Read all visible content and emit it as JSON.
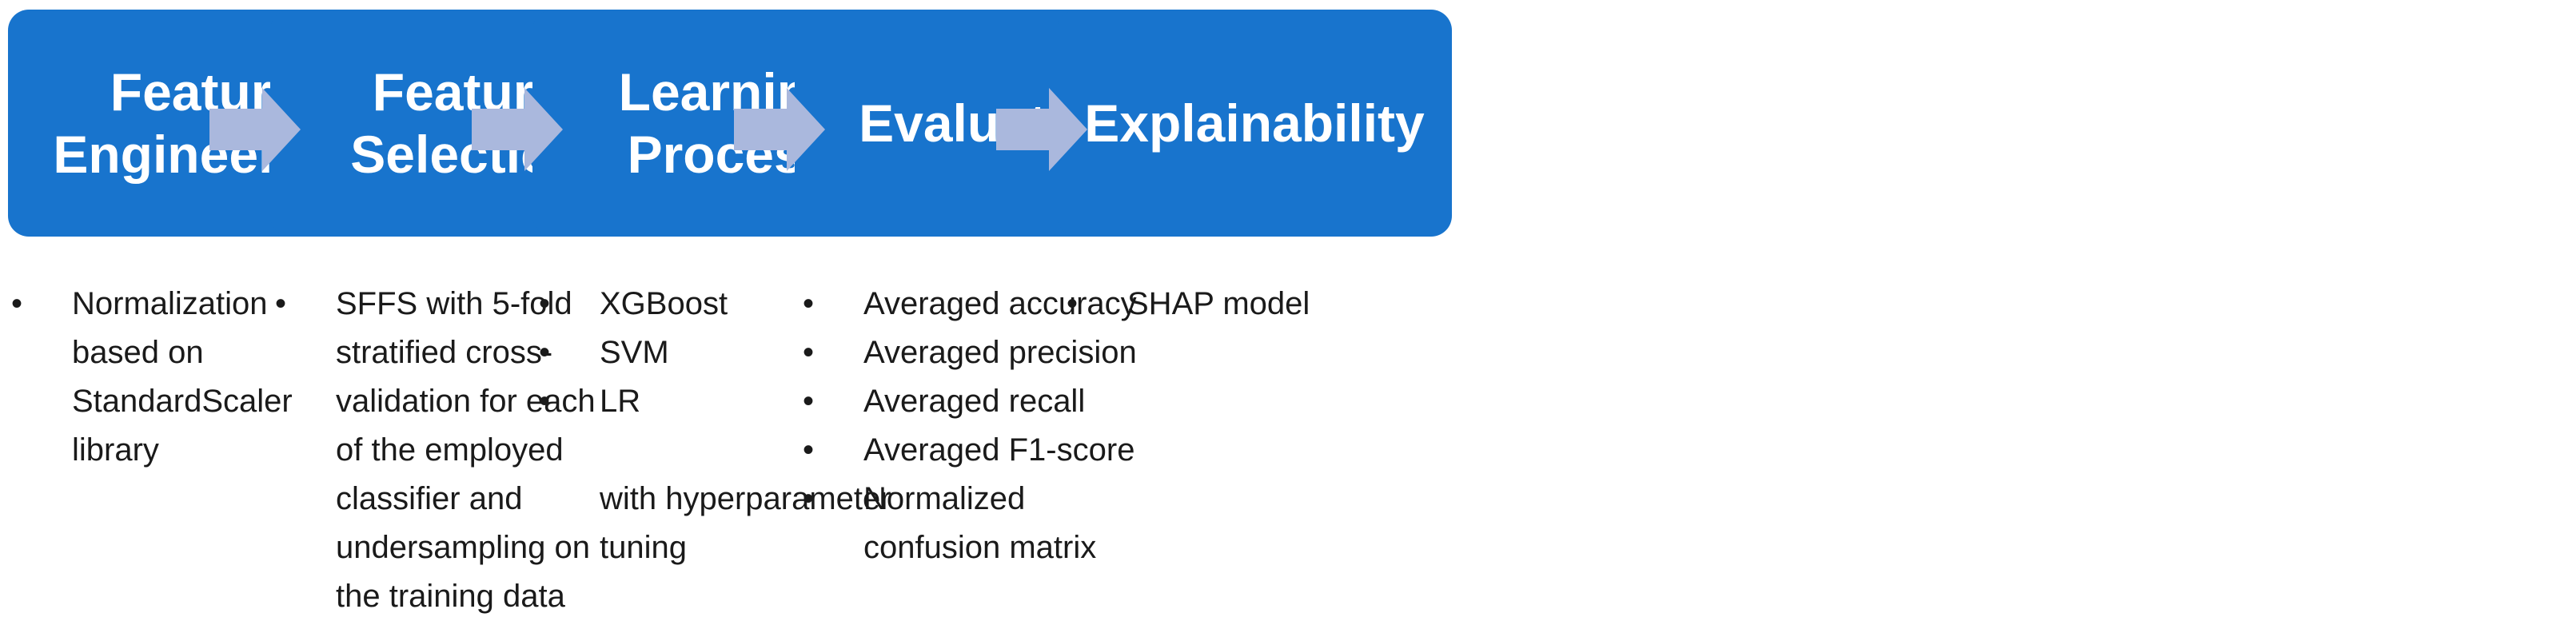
{
  "colors": {
    "box": "#1874cd",
    "arrow": "#aab8dd",
    "text": "#1a1a1a"
  },
  "icons": {
    "connector": "right-arrow-icon",
    "bullet": "bullet-dot"
  },
  "stages": [
    {
      "title": "Feature\nEngineering",
      "bullets": [
        "Normalization\nbased on\nStandardScaler\nlibrary"
      ]
    },
    {
      "title": "Feature\nSelection",
      "bullets": [
        "SFFS with 5-fold\nstratified cross-\nvalidation for each\nof the employed\nclassifier and\nundersampling on\nthe training data"
      ]
    },
    {
      "title": "Learning\nProcess",
      "bullets": [
        "XGBoost",
        "SVM",
        "LR"
      ],
      "note": "with hyperparameter\ntuning"
    },
    {
      "title": "Evaluation",
      "bullets": [
        "Averaged accuracy",
        "Averaged precision",
        "Averaged recall",
        "Averaged F1-score",
        "Normalized\nconfusion matrix"
      ]
    },
    {
      "title": "Explainability",
      "bullets": [
        "SHAP model"
      ]
    }
  ]
}
